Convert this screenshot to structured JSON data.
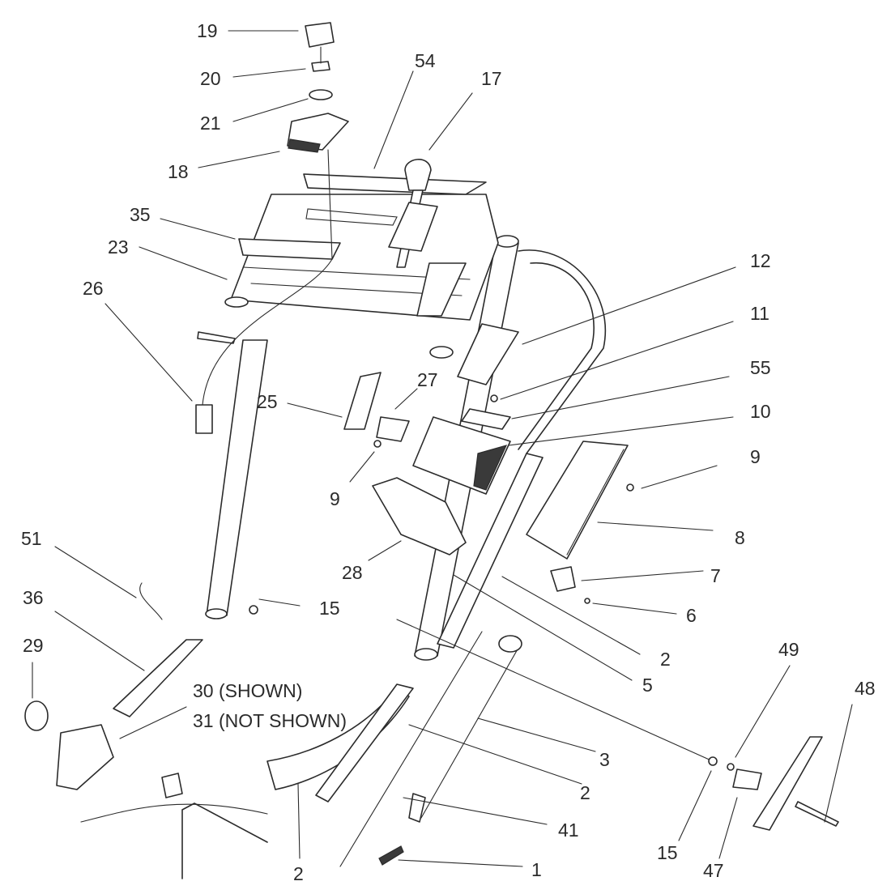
{
  "labels": {
    "l19": "19",
    "l20": "20",
    "l21": "21",
    "l18": "18",
    "l54": "54",
    "l17": "17",
    "l35": "35",
    "l23": "23",
    "l26": "26",
    "l12": "12",
    "l11": "11",
    "l55": "55",
    "l25": "25",
    "l27": "27",
    "l10": "10",
    "l9a": "9",
    "l9b": "9",
    "l8": "8",
    "l51": "51",
    "l28": "28",
    "l7": "7",
    "l15a": "15",
    "l6": "6",
    "l36": "36",
    "l2a": "2",
    "l29": "29",
    "l5": "5",
    "l49": "49",
    "l48": "48",
    "l30": "30 (SHOWN)",
    "l31": "31 (NOT SHOWN)",
    "l3": "3",
    "l2b": "2",
    "l41": "41",
    "l15b": "15",
    "l47": "47",
    "l2c": "2",
    "l1": "1"
  }
}
